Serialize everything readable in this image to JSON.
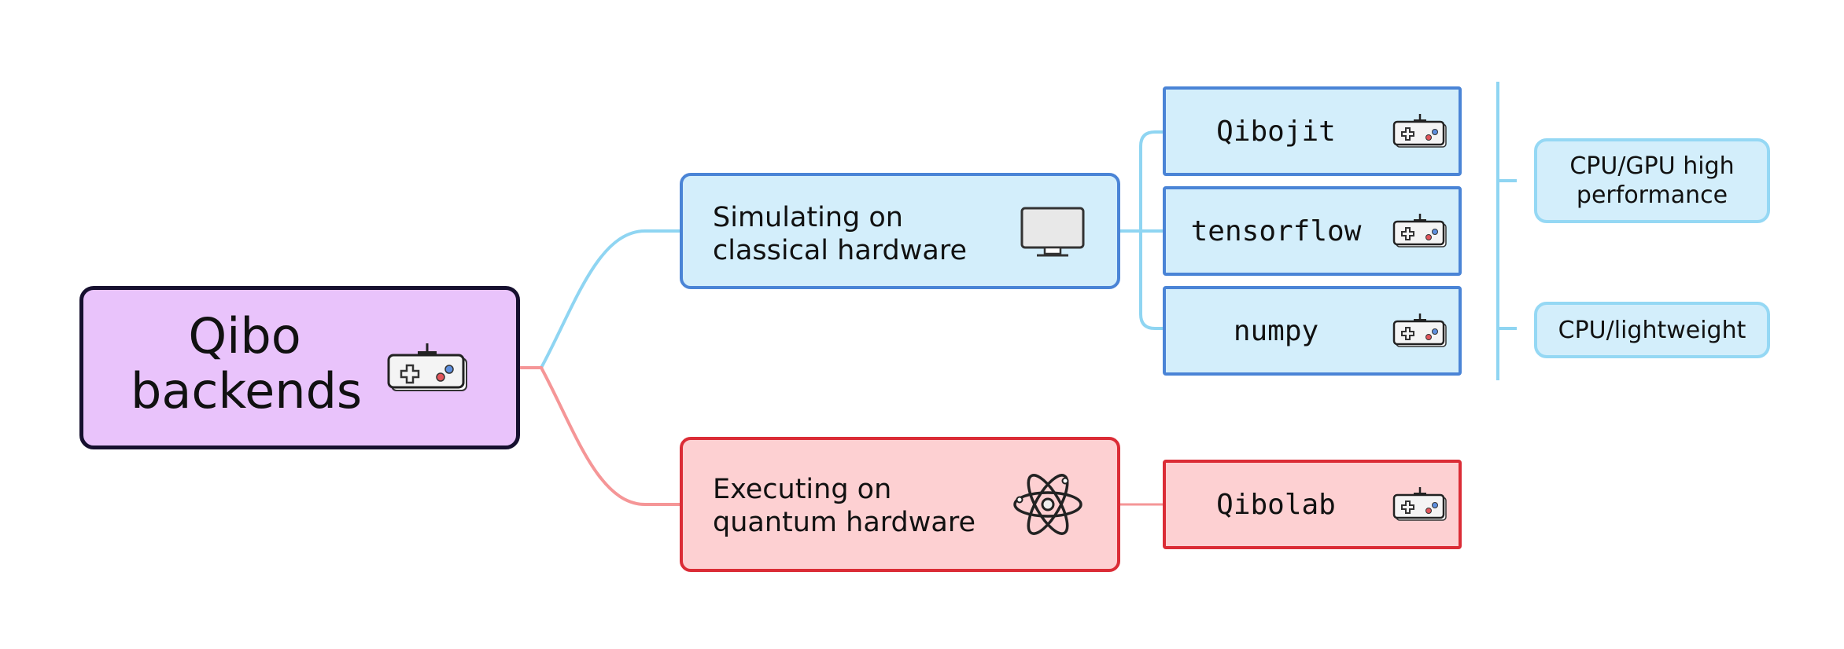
{
  "root": {
    "line1": "Qibo",
    "line2": "backends",
    "icon": "gamepad-icon"
  },
  "branches": [
    {
      "line1": "Simulating on",
      "line2": "classical hardware",
      "icon": "monitor-icon",
      "color": "#4a84d6"
    },
    {
      "line1": "Executing on",
      "line2": "quantum hardware",
      "icon": "atom-icon",
      "color": "#db2c36"
    }
  ],
  "leaves": [
    {
      "label": "Qibojit",
      "icon": "gamepad-icon"
    },
    {
      "label": "tensorflow",
      "icon": "gamepad-icon"
    },
    {
      "label": "numpy",
      "icon": "gamepad-icon"
    },
    {
      "label": "Qibolab",
      "icon": "gamepad-icon"
    }
  ],
  "notes": [
    {
      "line1": "CPU/GPU high",
      "line2": "performance"
    },
    {
      "line1": "CPU/lightweight"
    }
  ],
  "colors": {
    "root_fill": "#e9c3fb",
    "blue_fill": "#d3eefb",
    "red_fill": "#fdd0d2",
    "blue_link": "#8fd5f2",
    "red_link": "#f59697"
  }
}
